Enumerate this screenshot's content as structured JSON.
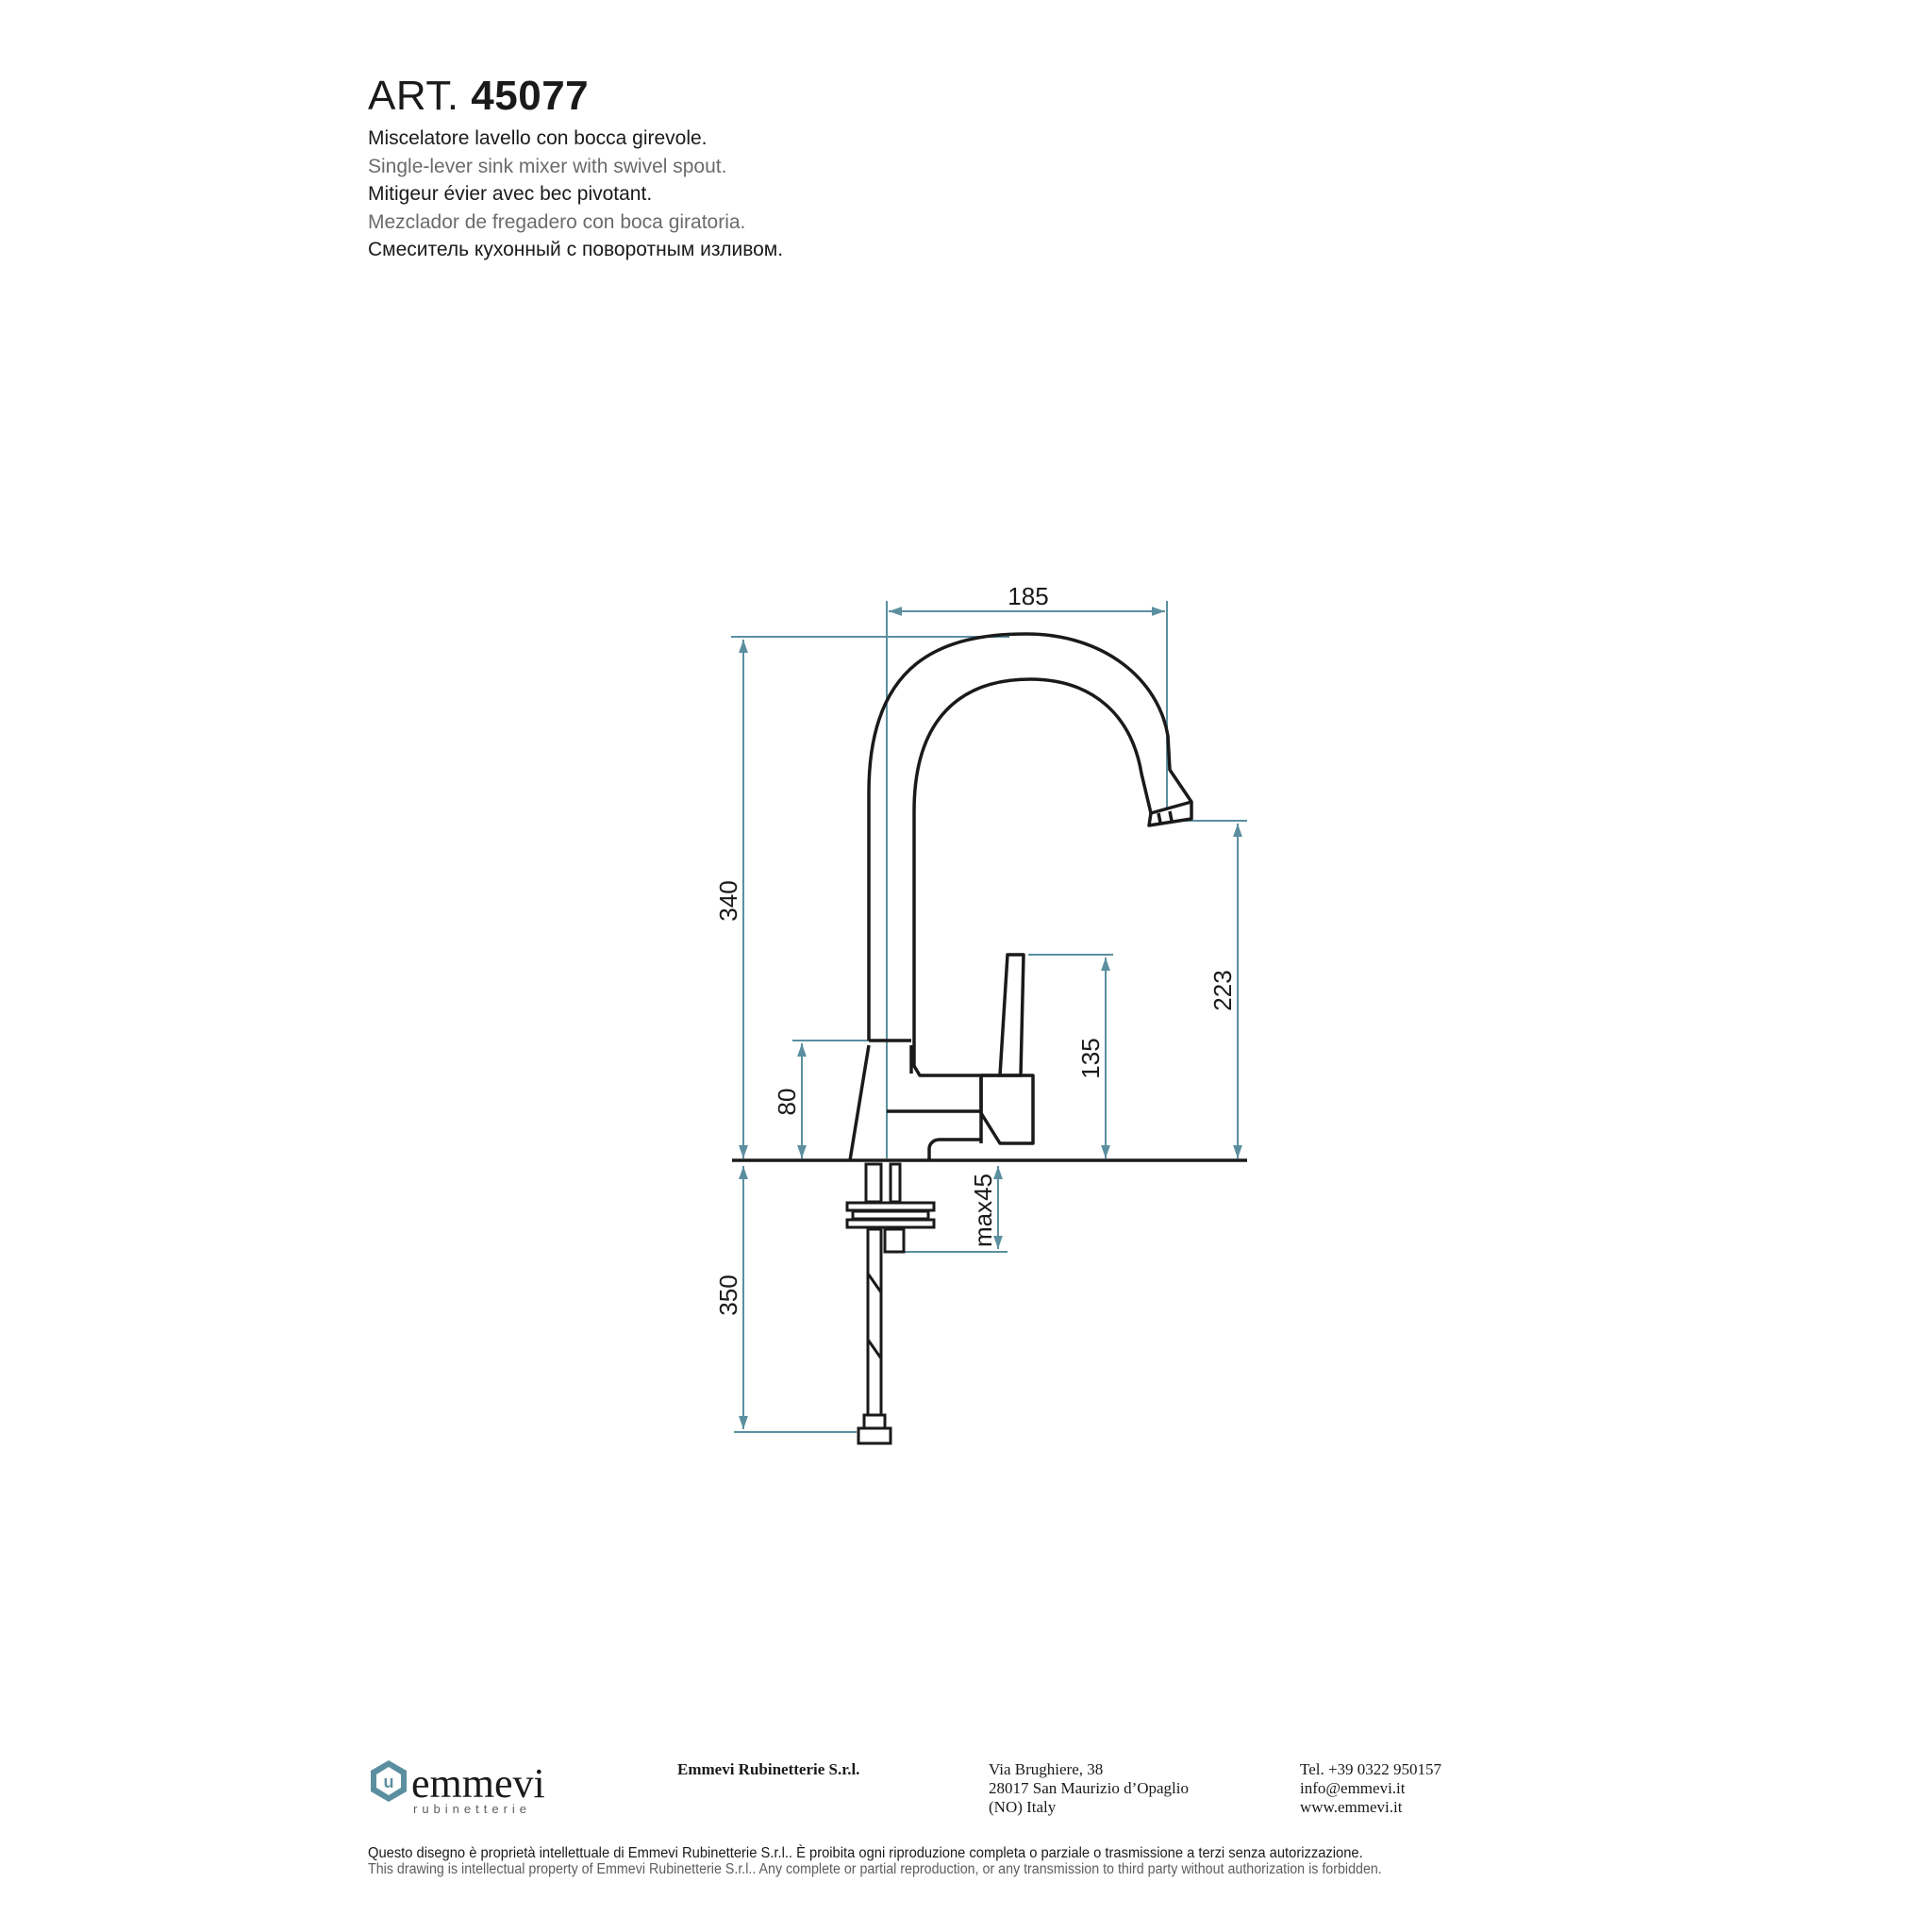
{
  "header": {
    "art_prefix": "ART.",
    "art_number": "45077",
    "descriptions": [
      "Miscelatore lavello con bocca girevole.",
      "Single-lever sink mixer with swivel spout.",
      "Mitigeur évier avec bec pivotant.",
      "Mezclador de fregadero con boca giratoria.",
      "Смеситель кухонный с поворотным изливом."
    ]
  },
  "dimensions": {
    "spout_reach": "185",
    "total_height": "340",
    "spout_height": "223",
    "lever_height": "135",
    "body_height": "80",
    "max_deck": "max45",
    "hose_length": "350"
  },
  "colors": {
    "dimension_line": "#5b8fa0",
    "outline": "#1a1a1a",
    "logo": "#5b8fa0"
  },
  "footer": {
    "brand": "emmevi",
    "brand_sub": "rubinetterie",
    "company": "Emmevi Rubinetterie S.r.l.",
    "address_1": "Via Brughiere, 38",
    "address_2": "28017 San Maurizio d’Opaglio",
    "address_3": "(NO) Italy",
    "tel": "Tel. +39 0322 950157",
    "email": "info@emmevi.it",
    "web": "www.emmevi.it",
    "disclaimer_it": "Questo disegno è proprietà intellettuale di Emmevi Rubinetterie S.r.l.. È proibita ogni riproduzione completa o parziale o trasmissione a terzi senza autorizzazione.",
    "disclaimer_en": "This drawing is intellectual property of Emmevi Rubinetterie S.r.l.. Any complete or partial reproduction, or any transmission to third party without authorization is forbidden."
  }
}
